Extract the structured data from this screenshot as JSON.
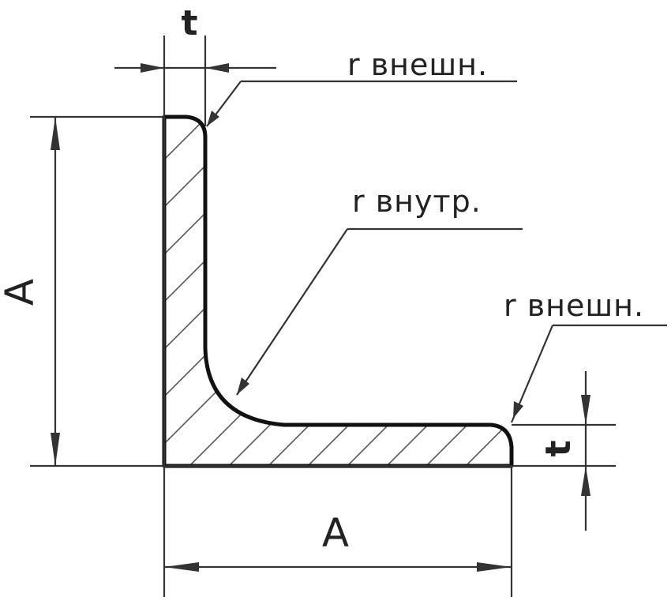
{
  "labels": {
    "thickness_top": "t",
    "radius_outer_top": "r внешн.",
    "radius_inner": "r внутр.",
    "radius_outer_right": "r внешн.",
    "side_left": "A",
    "side_bottom": "A",
    "thickness_right": "t"
  }
}
